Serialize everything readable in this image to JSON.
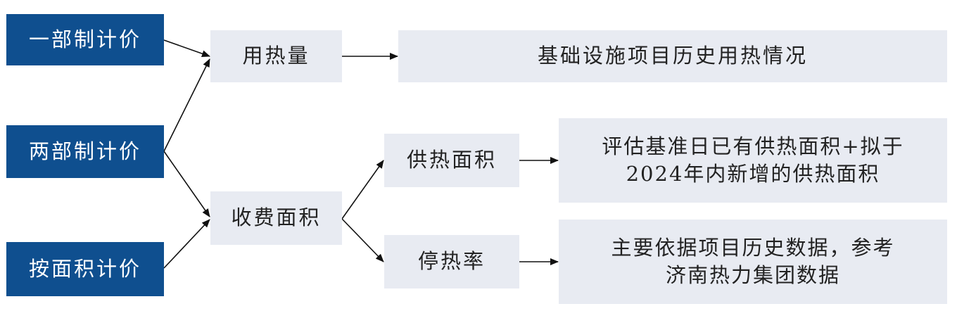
{
  "pricing_methods": [
    {
      "label": "一部制计价"
    },
    {
      "label": "两部制计价"
    },
    {
      "label": "按面积计价"
    }
  ],
  "factors": {
    "heat_usage": "用热量",
    "billing_area": "收费面积",
    "heating_area": "供热面积",
    "stop_rate": "停热率"
  },
  "sources": {
    "heat_usage_source": "基础设施项目历史用热情况",
    "heating_area_source_line1": "评估基准日已有供热面积+拟于",
    "heating_area_source_line2": "2024年内新增的供热面积",
    "stop_rate_source_line1": "主要依据项目历史数据，参考",
    "stop_rate_source_line2": "济南热力集团数据"
  },
  "colors": {
    "method_box": "#0f4f8f",
    "factor_box": "#e8ebf2",
    "arrow": "#111111"
  }
}
